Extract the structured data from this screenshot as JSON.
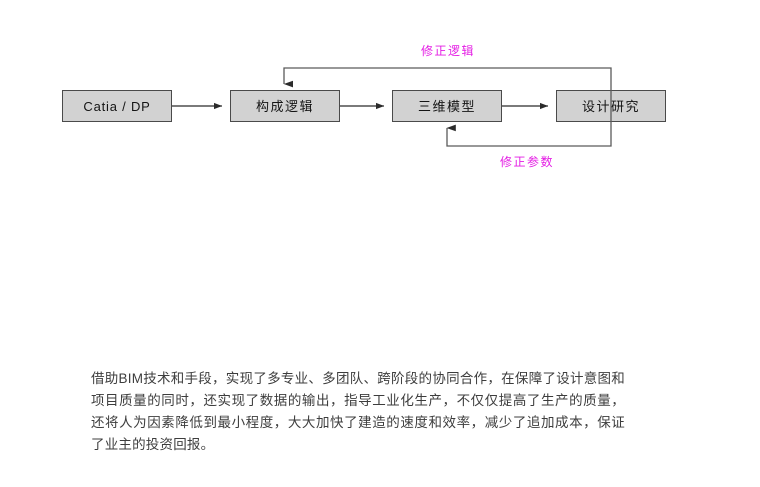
{
  "diagram": {
    "type": "flow-diagram",
    "nodes": [
      {
        "id": "catia",
        "label": "Catia  /  DP",
        "script": "latin"
      },
      {
        "id": "logic",
        "label": "构成逻辑",
        "script": "cjk"
      },
      {
        "id": "model",
        "label": "三维模型",
        "script": "cjk"
      },
      {
        "id": "study",
        "label": "设计研究",
        "script": "cjk"
      }
    ],
    "flow_arrows": [
      {
        "from": "catia",
        "to": "logic"
      },
      {
        "from": "logic",
        "to": "model"
      },
      {
        "from": "model",
        "to": "study"
      }
    ],
    "feedback_loops": [
      {
        "id": "logic-fix",
        "label": "修正逻辑",
        "from": "study",
        "to": "logic",
        "route": "above"
      },
      {
        "id": "param-fix",
        "label": "修正参数",
        "from": "study",
        "to": "model",
        "route": "below"
      }
    ],
    "colors": {
      "node_fill": "#d2d2d2",
      "node_border": "#4a4a4a",
      "line": "#5a5a5a",
      "feedback_label": "#e41ce4",
      "node_text": "#141414",
      "body_text": "#3d3d3d",
      "background": "#ffffff"
    }
  },
  "body": {
    "paragraph": "借助BIM技术和手段，实现了多专业、多团队、跨阶段的协同合作，在保障了设计意图和项目质量的同时，还实现了数据的输出，指导工业化生产，不仅仅提高了生产的质量，还将人为因素降低到最小程度，大大加快了建造的速度和效率，减少了追加成本，保证了业主的投资回报。"
  }
}
